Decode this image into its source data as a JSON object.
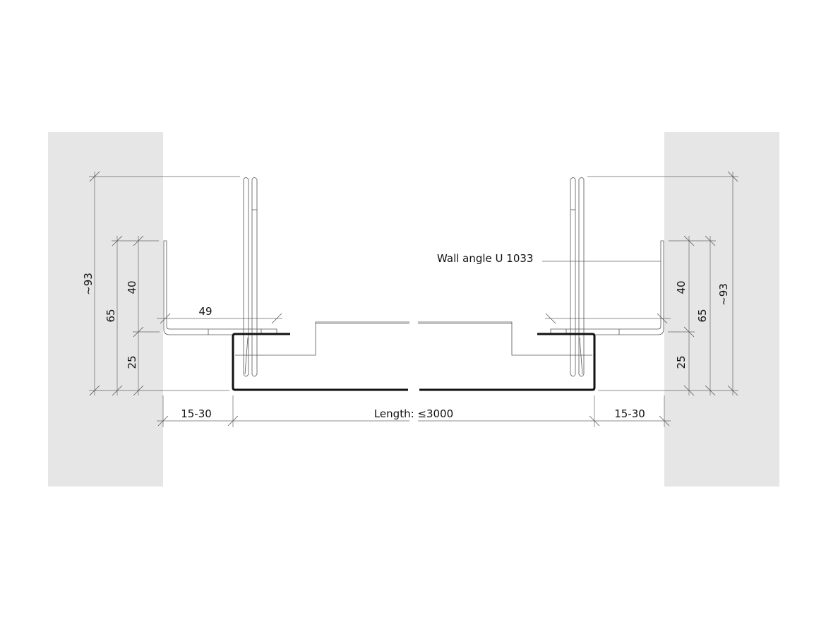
{
  "title": "Cable tray mounting section with wall angles",
  "labels": {
    "wall_angle": "Wall angle U 1033",
    "length": "Length: ≤3000",
    "gap_left": "15-30",
    "gap_right": "15-30",
    "flange_width": "49"
  },
  "dimensions_left": {
    "total": "~93",
    "height": "65",
    "upper": "40",
    "lower": "25"
  },
  "dimensions_right": {
    "total": "~93",
    "height": "65",
    "upper": "40",
    "lower": "25"
  },
  "colors": {
    "wall": "#e6e6e6",
    "line": "#555555",
    "tray": "#111111"
  }
}
